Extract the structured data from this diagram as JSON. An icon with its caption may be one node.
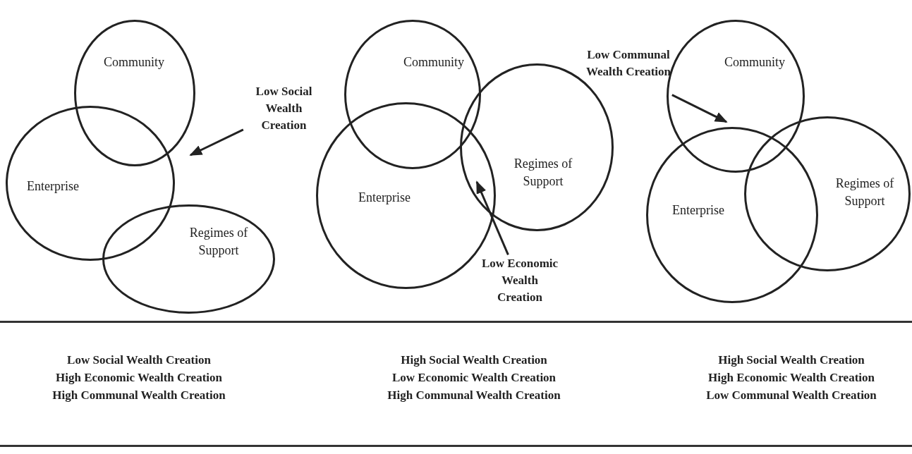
{
  "diagram": {
    "nodes": [
      {
        "text": [
          "Community"
        ]
      },
      {
        "text": [
          "Enterprise"
        ]
      },
      {
        "text": [
          "Regimes of Support"
        ]
      },
      {
        "text": [
          "Low Social Wealth Creation"
        ]
      },
      {
        "text": [
          "Community"
        ]
      },
      {
        "text": [
          "Regimes of Support"
        ]
      },
      {
        "text": [
          "Enterprise"
        ]
      },
      {
        "text": [
          "Low Economic Wealth Creation"
        ]
      },
      {
        "text": [
          "Low Communal Wealth Creation"
        ]
      },
      {
        "text": [
          "Community"
        ]
      },
      {
        "text": [
          "Enterprise"
        ]
      },
      {
        "text": [
          "Regimes of Support"
        ]
      }
    ],
    "edges": [
      {
        "from": 3,
        "to": 0,
        "arrow": "to"
      },
      {
        "from": 7,
        "to": 5,
        "arrow": "to"
      },
      {
        "from": 8,
        "to": 9,
        "arrow": "to"
      }
    ],
    "labels": [
      "Low Social Wealth Creation",
      "High Social Wealth Creation",
      "High Social Wealth Creation",
      "High Economic Wealth Creation",
      "Low Economic Wealth Creation",
      "High Economic Wealth Creation",
      "High Communal Wealth Creation",
      "High Communal Wealth Creation",
      "Low Communal Wealth Creation"
    ]
  }
}
